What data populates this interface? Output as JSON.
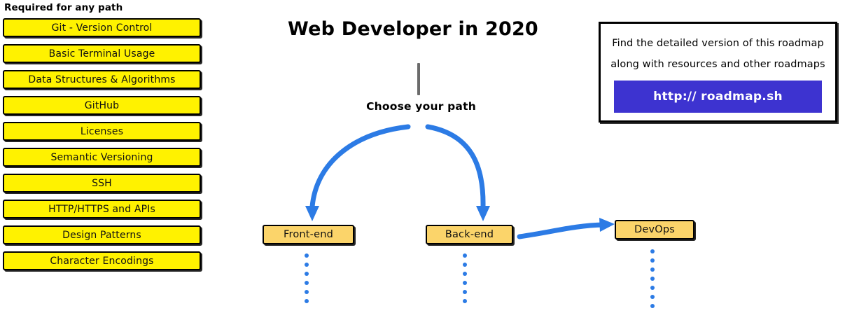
{
  "colors": {
    "required_box_fill": "#FFF200",
    "path_box_fill": "#FBD46A",
    "arrow_blue": "#2C7BE5",
    "cta_purple": "#3D33D0",
    "outline_black": "#000000",
    "connector_gray": "#6B6B6B"
  },
  "sidebar": {
    "heading": "Required for any path",
    "items": [
      {
        "label": "Git - Version Control"
      },
      {
        "label": "Basic Terminal Usage"
      },
      {
        "label": "Data Structures & Algorithms"
      },
      {
        "label": "GitHub"
      },
      {
        "label": "Licenses"
      },
      {
        "label": "Semantic Versioning"
      },
      {
        "label": "SSH"
      },
      {
        "label": "HTTP/HTTPS and APIs"
      },
      {
        "label": "Design Patterns"
      },
      {
        "label": "Character Encodings"
      }
    ]
  },
  "center": {
    "title": "Web Developer in 2020",
    "choose_path_label": "Choose your path"
  },
  "paths": {
    "frontend": {
      "label": "Front-end"
    },
    "backend": {
      "label": "Back-end"
    },
    "devops": {
      "label": "DevOps"
    }
  },
  "info_box": {
    "line1": "Find the detailed version of this roadmap",
    "line2": "along with resources and other roadmaps",
    "cta_label": "http:// roadmap.sh"
  },
  "dots": {
    "frontend_count": 6,
    "backend_count": 6,
    "devops_count": 7
  }
}
